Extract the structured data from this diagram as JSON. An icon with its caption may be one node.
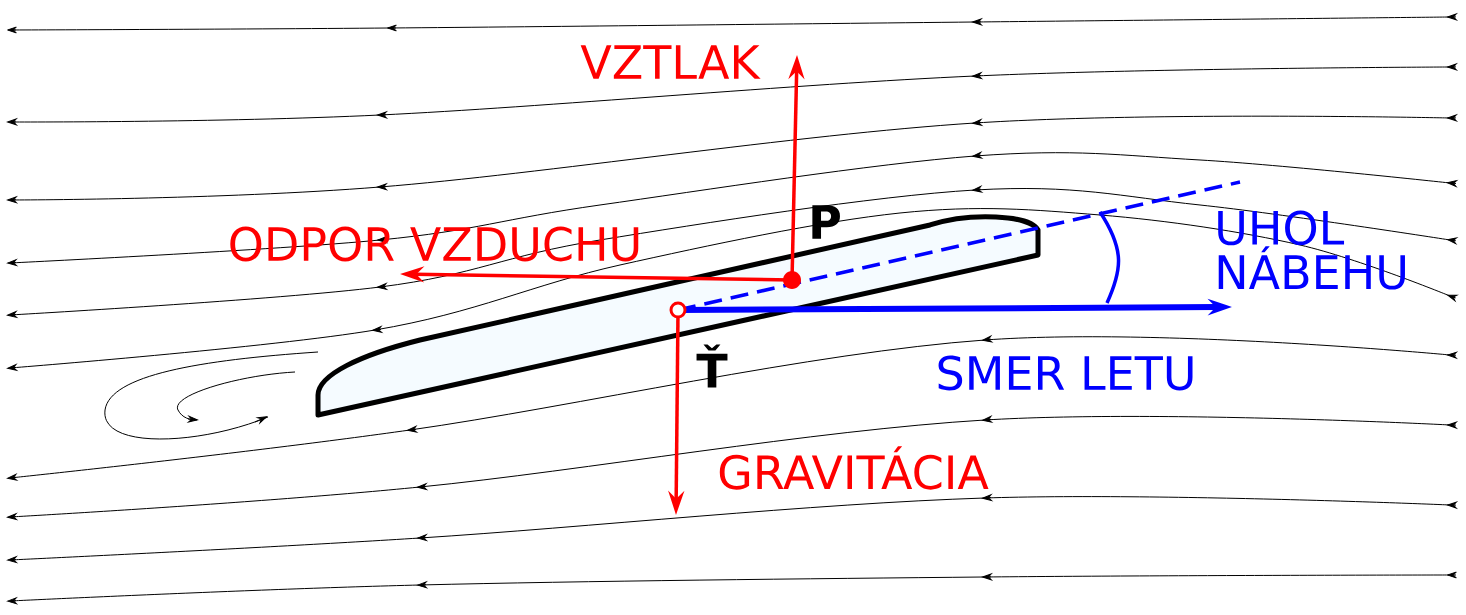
{
  "diagram": {
    "labels": [
      "VZTLAK",
      "P",
      "ODPOR VZDUCHU",
      "UHOL NÁBEHU",
      "Ť",
      "SMER LETU",
      "GRAVITÁCIA"
    ]
  }
}
